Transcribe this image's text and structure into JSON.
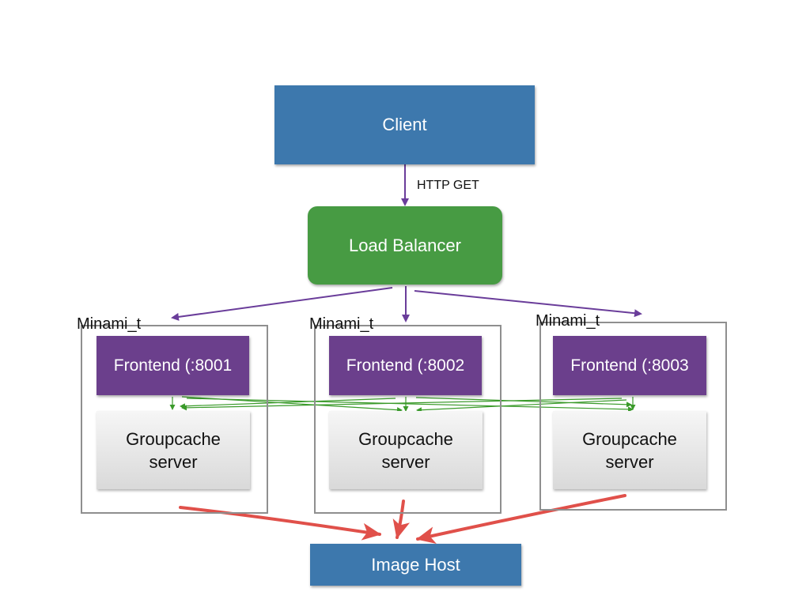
{
  "client": {
    "label": "Client"
  },
  "load_balancer": {
    "label": "Load Balancer"
  },
  "http_label": "HTTP GET",
  "nodes": [
    {
      "name": "Minami_t",
      "frontend": "Frontend (:8001",
      "cache_line1": "Groupcache",
      "cache_line2": "server"
    },
    {
      "name": "Minami_t",
      "frontend": "Frontend (:8002",
      "cache_line1": "Groupcache",
      "cache_line2": "server"
    },
    {
      "name": "Minami_t",
      "frontend": "Frontend (:8003",
      "cache_line1": "Groupcache",
      "cache_line2": "server"
    }
  ],
  "image_host": {
    "label": "Image Host"
  },
  "colors": {
    "blue_box": "#3d78ad",
    "green_box": "#479b43",
    "purple_box": "#6b3f8c",
    "purple_arrow": "#6a3d9a",
    "green_arrow": "#3a9a2a",
    "red_arrow": "#e0504a"
  }
}
